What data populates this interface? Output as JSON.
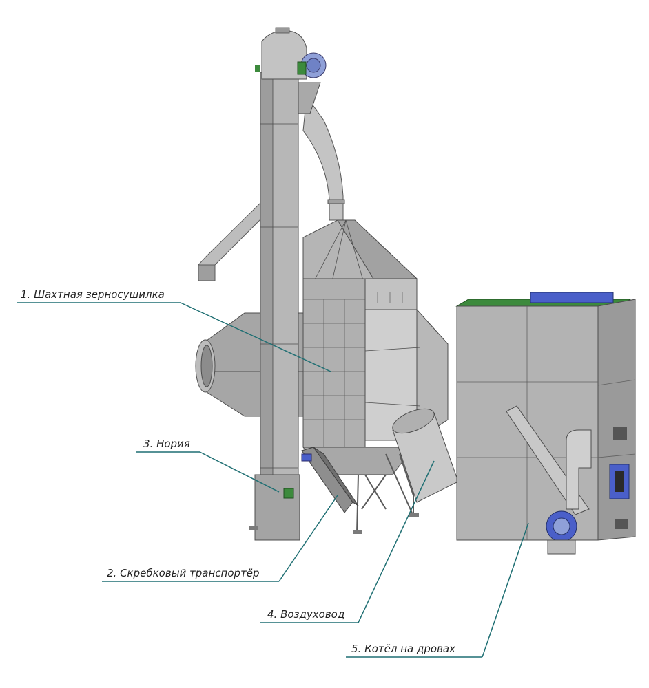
{
  "labels": {
    "dryer": "1. Шахтная зерносушилка",
    "conveyor": "2. Скребковый транспортёр",
    "elevator": "3. Нория",
    "duct": "4. Воздуховод",
    "boiler": "5. Котёл на дровах"
  },
  "colors": {
    "steel_light": "#c8c8c8",
    "steel_mid": "#a9a9a9",
    "steel_dark": "#7f7f7f",
    "edge": "#4d4d4d",
    "leader": "#1f6f73",
    "motor_blue": "#4a5fc9",
    "green_part": "#3c8a3c"
  }
}
